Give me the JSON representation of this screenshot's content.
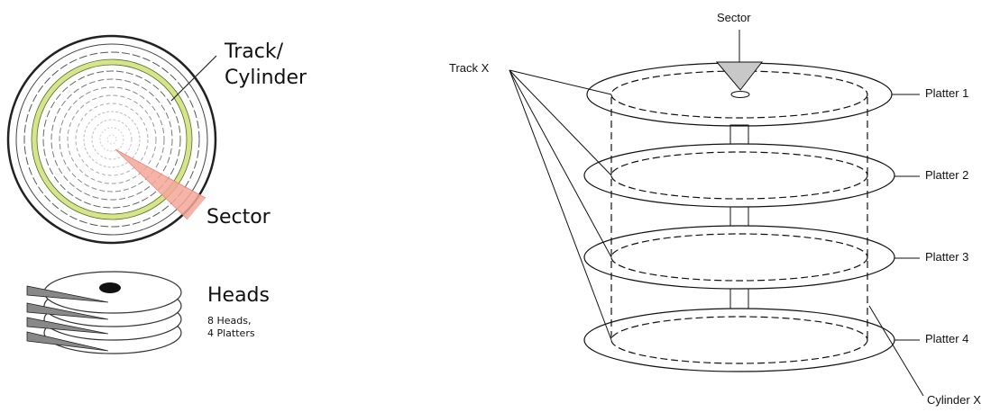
{
  "left_diagram": {
    "track_label_line1": "Track/",
    "track_label_line2": "Cylinder",
    "sector_label": "Sector",
    "heads_label": "Heads",
    "heads_detail_line1": "8 Heads,",
    "heads_detail_line2": "4 Platters",
    "colors": {
      "track_highlight": "#d6e58a",
      "sector_fill": "#f4a79a"
    }
  },
  "right_diagram": {
    "sector_label": "Sector",
    "track_label": "Track X",
    "cylinder_label": "Cylinder X",
    "platters": [
      "Platter 1",
      "Platter 2",
      "Platter 3",
      "Platter 4"
    ],
    "colors": {
      "sector_fill": "#c8c8c8"
    }
  }
}
